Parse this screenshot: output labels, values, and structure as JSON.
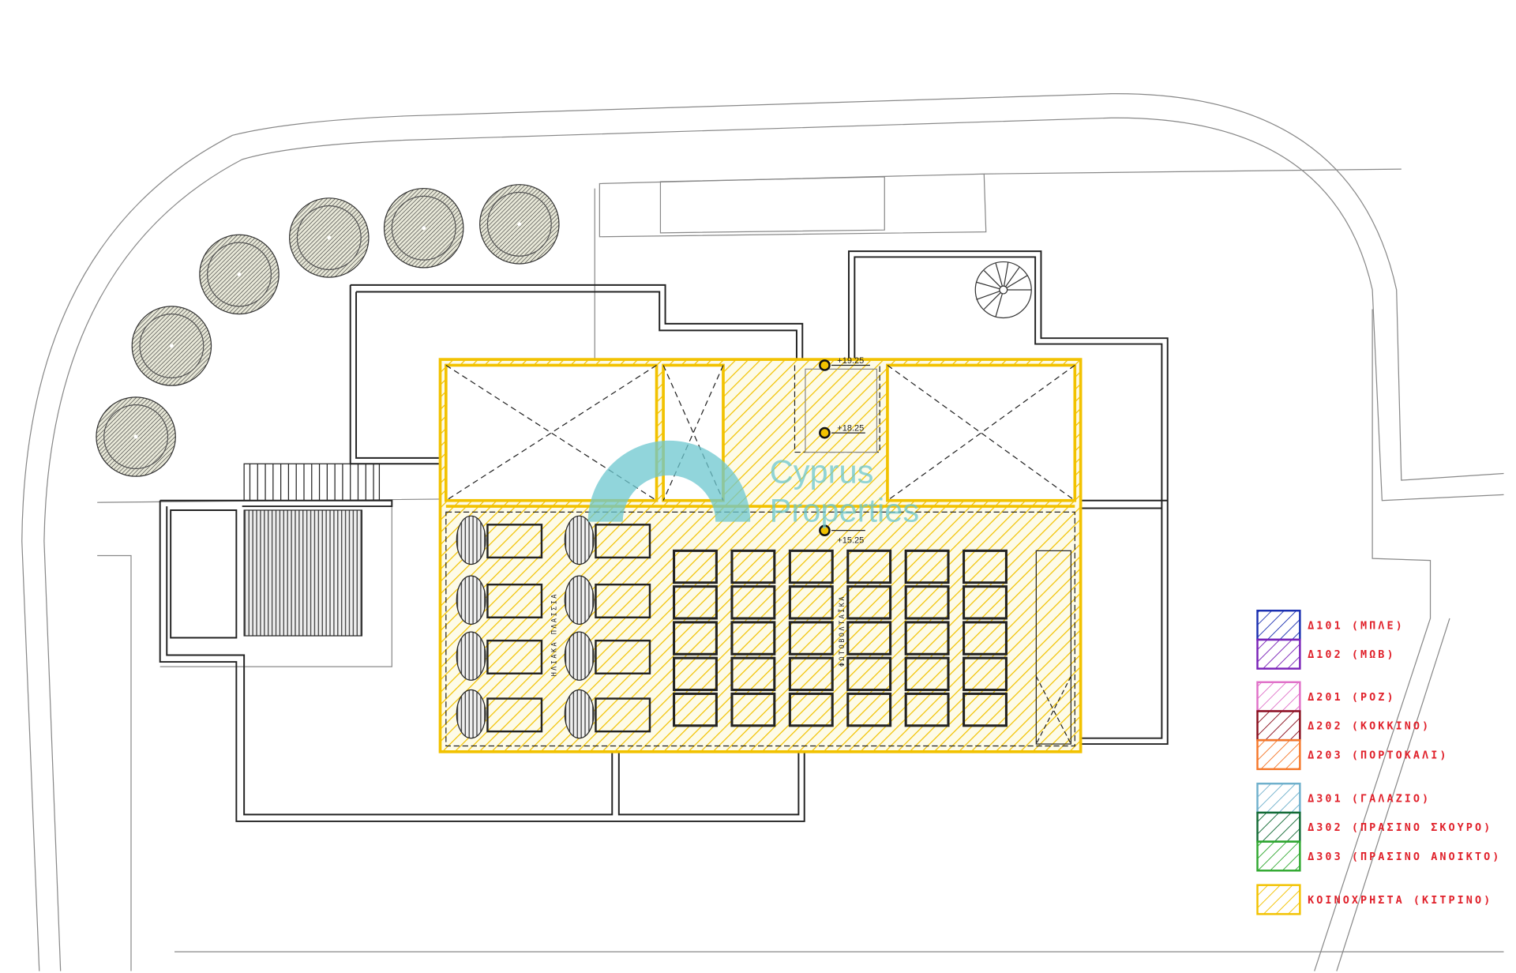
{
  "plan": {
    "elevations": [
      "+19.25",
      "+18.25",
      "+15.25"
    ],
    "room_labels": {
      "solar_panels": "ΗΛΙΑΚΑ ΠΛΑΙΣΙΑ",
      "photovoltaics": "ΦΩΤΟΒΟΛΤΑΪΚΑ"
    },
    "watermark": {
      "line1": "Cyprus",
      "line2": "Properties"
    }
  },
  "legend": {
    "items": [
      {
        "label": "Δ101 (ΜΠΛΕ)",
        "color": "#1a2fb0"
      },
      {
        "label": "Δ102 (ΜΩΒ)",
        "color": "#7a22b8"
      },
      {
        "label": "Δ201 (ΡΟΖ)",
        "color": "#e070c8"
      },
      {
        "label": "Δ202 (ΚΟΚΚΙΝΟ)",
        "color": "#8a0f1e"
      },
      {
        "label": "Δ203 (ΠΟΡΤΟΚΑΛΙ)",
        "color": "#f5782a"
      },
      {
        "label": "Δ301 (ΓΑΛΑΖΙΟ)",
        "color": "#6fb0cc"
      },
      {
        "label": "Δ302 (ΠΡΑΣΙΝΟ ΣΚΟΥΡΟ)",
        "color": "#136b35"
      },
      {
        "label": "Δ303 (ΠΡΑΣΙΝΟ ΑΝΟΙΚΤΟ)",
        "color": "#2fa82f"
      },
      {
        "label": "ΚΟΙΝΟΧΡΗΣΤΑ (ΚΙΤΡΙΝΟ)",
        "color": "#f2c200"
      }
    ]
  }
}
